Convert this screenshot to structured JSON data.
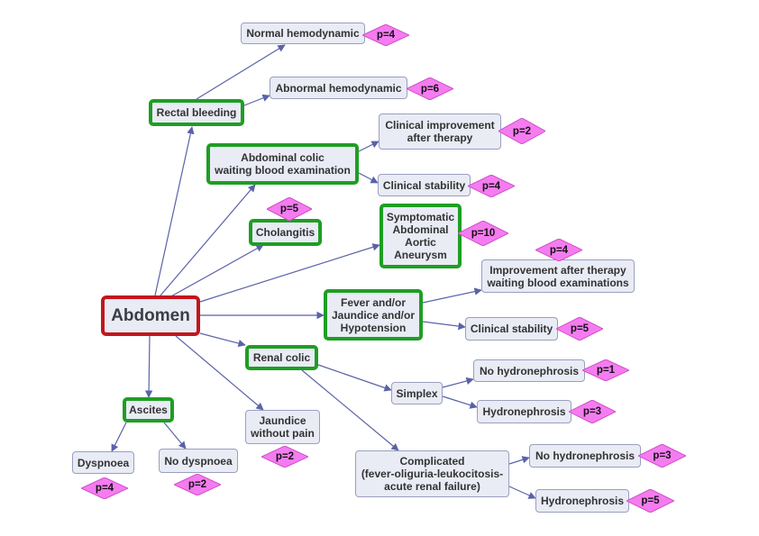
{
  "diagram": {
    "root": "Abdomen",
    "nodes": {
      "rectal_bleeding": "Rectal bleeding",
      "normal_hemodynamic": "Normal hemodynamic",
      "abnormal_hemodynamic": "Abnormal hemodynamic",
      "abdominal_colic": "Abdominal colic\nwaiting blood examination",
      "clinical_improvement": "Clinical improvement\nafter therapy",
      "clinical_stability_1": "Clinical stability",
      "cholangitis": "Cholangitis",
      "aneurysm": "Symptomatic\nAbdominal\nAortic\nAneurysm",
      "fever": "Fever and/or\nJaundice and/or\nHypotension",
      "improvement_after_therapy": "Improvement after therapy\nwaiting blood examinations",
      "clinical_stability_2": "Clinical stability",
      "renal_colic": "Renal colic",
      "simplex": "Simplex",
      "no_hydronephrosis_1": "No hydronephrosis",
      "hydronephrosis_1": "Hydronephrosis",
      "complicated": "Complicated\n(fever-oliguria-leukocitosis-\nacute renal failure)",
      "no_hydronephrosis_2": "No hydronephrosis",
      "hydronephrosis_2": "Hydronephrosis",
      "jaundice": "Jaundice\nwithout pain",
      "ascites": "Ascites",
      "dyspnoea": "Dyspnoea",
      "no_dyspnoea": "No dyspnoea"
    },
    "badges": {
      "normal_hemodynamic": "p=4",
      "abnormal_hemodynamic": "p=6",
      "clinical_improvement": "p=2",
      "clinical_stability_1": "p=4",
      "cholangitis": "p=5",
      "aneurysm": "p=10",
      "improvement_after_therapy": "p=4",
      "clinical_stability_2": "p=5",
      "no_hydronephrosis_1": "p=1",
      "hydronephrosis_1": "p=3",
      "no_hydronephrosis_2": "p=3",
      "hydronephrosis_2": "p=5",
      "jaundice": "p=2",
      "dyspnoea": "p=4",
      "no_dyspnoea": "p=2"
    },
    "colors": {
      "root_border": "#c4151c",
      "key_border": "#1e9e23",
      "node_fill": "#e9ebf5",
      "arrow": "#5a62a8",
      "badge_fill": "#f57cf0"
    }
  }
}
